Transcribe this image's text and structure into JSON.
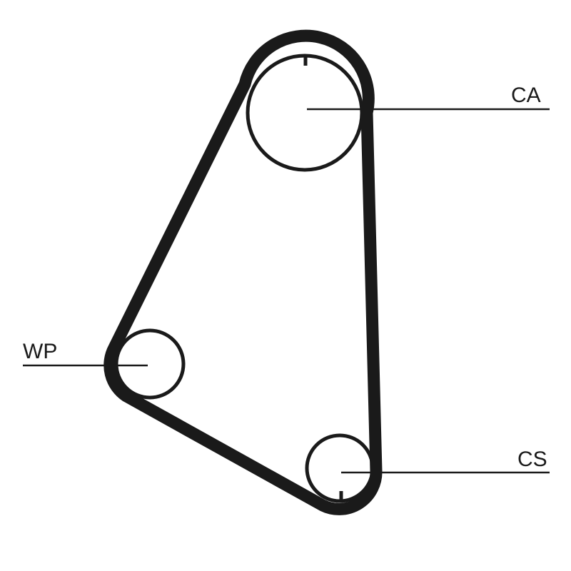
{
  "diagram": {
    "type": "timing-belt-layout",
    "colors": {
      "stroke": "#1a1a1a",
      "background": "#ffffff"
    },
    "pulleys": [
      {
        "id": "CA",
        "label": "CA"
      },
      {
        "id": "WP",
        "label": "WP"
      },
      {
        "id": "CS",
        "label": "CS"
      }
    ]
  }
}
